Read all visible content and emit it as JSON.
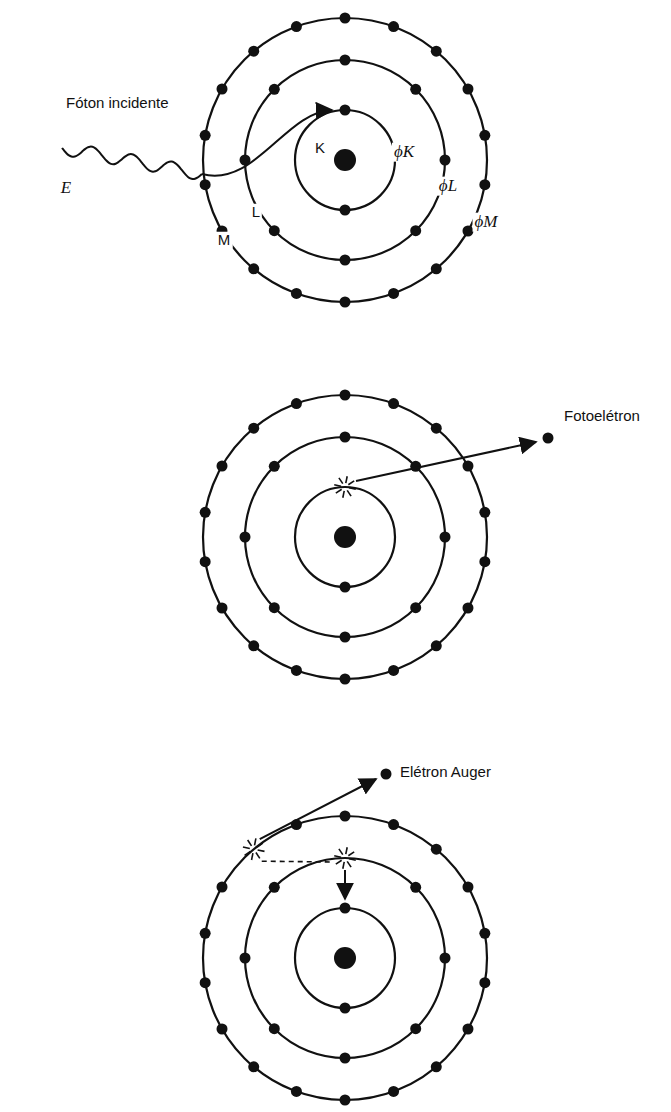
{
  "diagram": {
    "labels": [
      "Fóton incidente",
      "E",
      "K",
      "L",
      "M",
      "ϕK",
      "ϕL",
      "ϕM",
      "Fotoelétron",
      "Elétron Auger"
    ]
  }
}
